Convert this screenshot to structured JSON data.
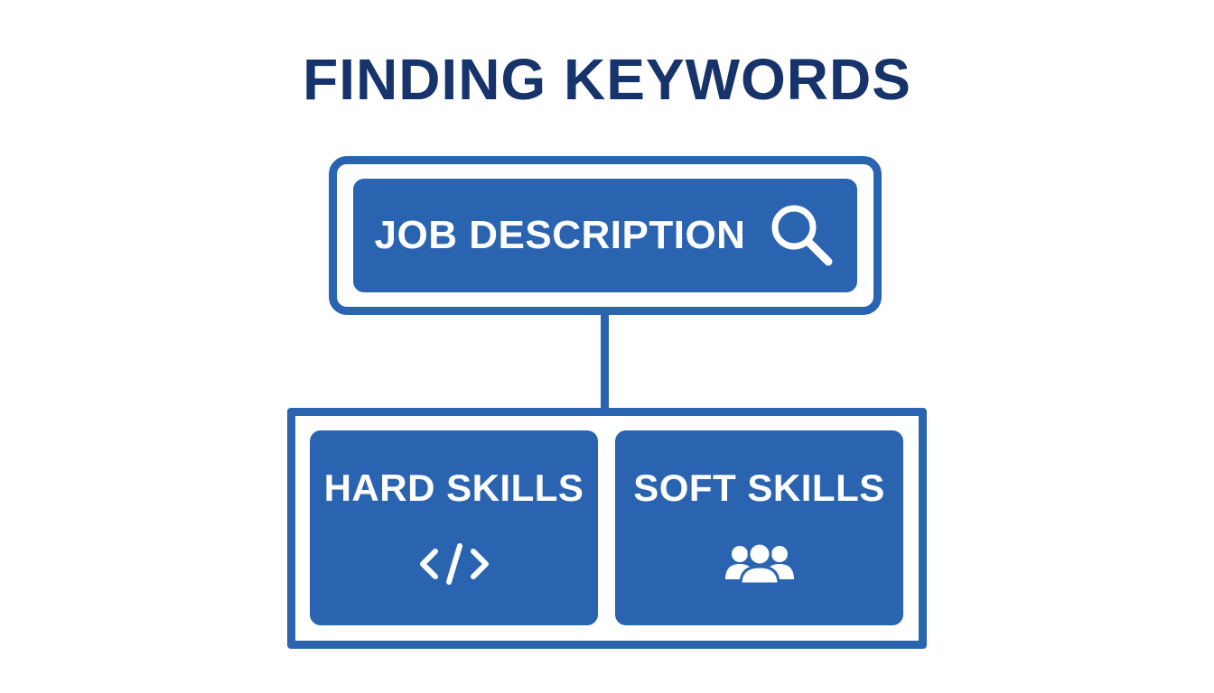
{
  "diagram": {
    "title": "FINDING KEYWORDS",
    "root": {
      "label": "JOB DESCRIPTION",
      "icon": "search-icon"
    },
    "children": [
      {
        "label": "HARD SKILLS",
        "icon": "code-icon"
      },
      {
        "label": "SOFT SKILLS",
        "icon": "people-group-icon"
      }
    ]
  },
  "colors": {
    "title": "#16336b",
    "primary": "#2a64b0",
    "text_on_primary": "#ffffff",
    "background": "#ffffff"
  }
}
